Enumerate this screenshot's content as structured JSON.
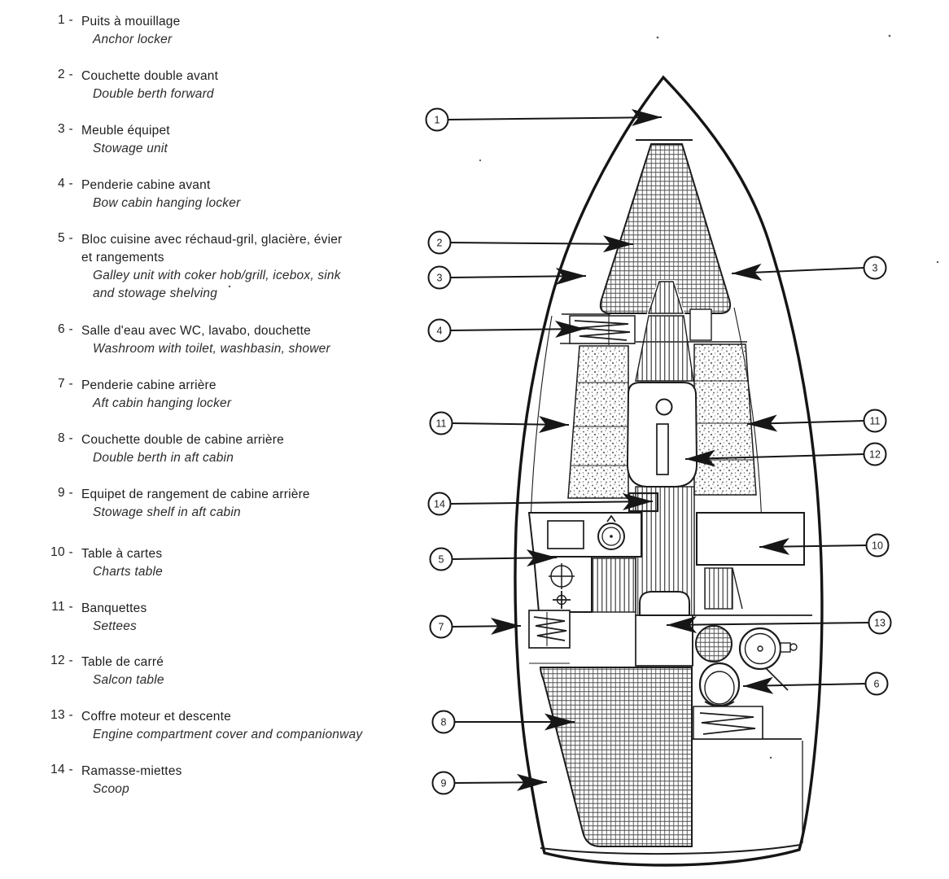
{
  "page": {
    "background": "#ffffff",
    "ink": "#1c1c1c"
  },
  "legend": {
    "items": [
      {
        "num": "1 -",
        "fr": "Puits à mouillage",
        "en": "Anchor locker"
      },
      {
        "num": "2 -",
        "fr": "Couchette double avant",
        "en": "Double berth forward"
      },
      {
        "num": "3 -",
        "fr": "Meuble équipet",
        "en": "Stowage unit"
      },
      {
        "num": "4 -",
        "fr": "Penderie cabine avant",
        "en": "Bow cabin hanging locker"
      },
      {
        "num": "5 -",
        "fr": "Bloc cuisine avec réchaud-gril, glacière, évier\net rangements",
        "en": "Galley unit with coker hob/grill, icebox, sink\nand stowage shelving"
      },
      {
        "num": "6 -",
        "fr": "Salle d'eau avec WC, lavabo, douchette",
        "en": "Washroom with toilet, washbasin, shower"
      },
      {
        "num": "7 -",
        "fr": "Penderie cabine arrière",
        "en": "Aft cabin hanging locker"
      },
      {
        "num": "8 -",
        "fr": "Couchette double de cabine arrière",
        "en": "Double berth in aft cabin"
      },
      {
        "num": "9 -",
        "fr": "Equipet de rangement de cabine arrière",
        "en": "Stowage shelf in aft cabin"
      },
      {
        "num": "10 -",
        "fr": "Table à cartes",
        "en": "Charts table"
      },
      {
        "num": "11 -",
        "fr": "Banquettes",
        "en": "Settees"
      },
      {
        "num": "12 -",
        "fr": "Table de carré",
        "en": "Salcon table"
      },
      {
        "num": "13 -",
        "fr": "Coffre moteur et descente",
        "en": "Engine compartment cover and companionway"
      },
      {
        "num": "14 -",
        "fr": "Ramasse-miettes",
        "en": "Scoop"
      }
    ]
  },
  "diagram": {
    "callouts": [
      {
        "n": "1"
      },
      {
        "n": "2"
      },
      {
        "n": "3"
      },
      {
        "n": "4"
      },
      {
        "n": "11"
      },
      {
        "n": "14"
      },
      {
        "n": "5"
      },
      {
        "n": "7"
      },
      {
        "n": "8"
      },
      {
        "n": "9"
      },
      {
        "n": "3"
      },
      {
        "n": "11"
      },
      {
        "n": "12"
      },
      {
        "n": "10"
      },
      {
        "n": "13"
      },
      {
        "n": "6"
      }
    ]
  }
}
